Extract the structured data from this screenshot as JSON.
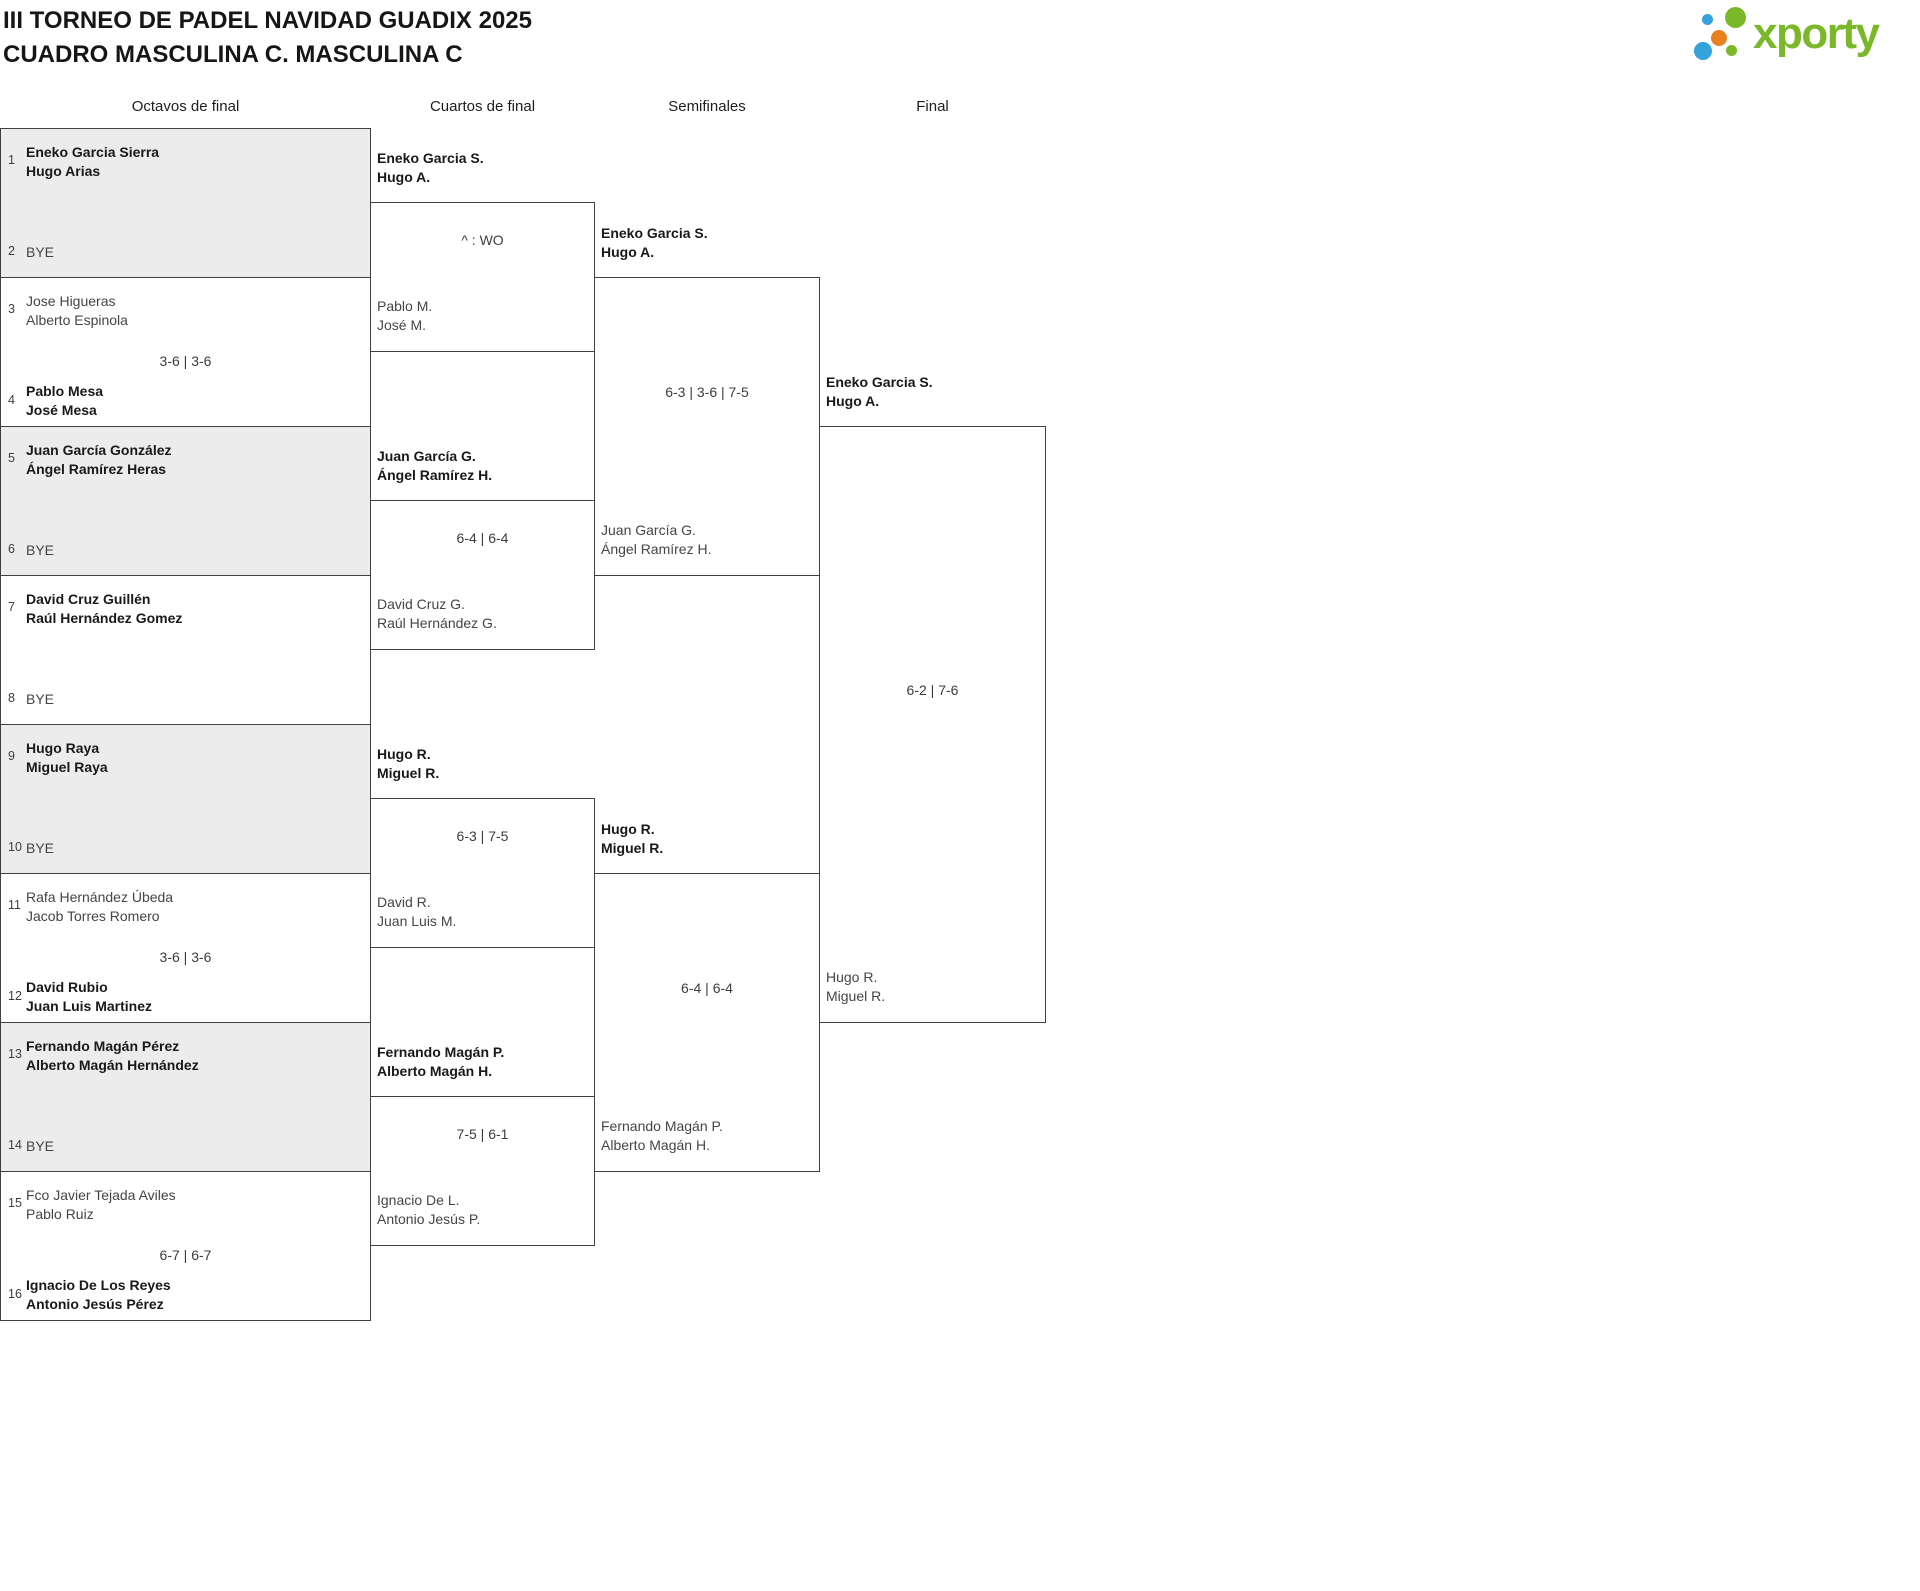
{
  "title": "III TORNEO DE PADEL NAVIDAD GUADIX 2025",
  "subtitle": "CUADRO MASCULINA C. MASCULINA C",
  "logo": {
    "text": "xporty",
    "colors": {
      "green": "#7ab829",
      "blue": "#35a3db",
      "orange": "#e8801f"
    }
  },
  "round_headers": [
    "Octavos de final",
    "Cuartos de final",
    "Semifinales",
    "Final"
  ],
  "octavos": [
    {
      "seed1": "1",
      "p1a": "Eneko Garcia Sierra",
      "p1b": "Hugo Arias",
      "seed2": "2",
      "p2a": "BYE",
      "p2b": "",
      "score": "",
      "winner": "top"
    },
    {
      "seed1": "3",
      "p1a": "Jose Higueras",
      "p1b": "Alberto Espinola",
      "seed2": "4",
      "p2a": "Pablo Mesa",
      "p2b": "José Mesa",
      "score": "3-6 | 3-6",
      "winner": "bottom"
    },
    {
      "seed1": "5",
      "p1a": "Juan García González",
      "p1b": "Ángel Ramírez Heras",
      "seed2": "6",
      "p2a": "BYE",
      "p2b": "",
      "score": "",
      "winner": "top"
    },
    {
      "seed1": "7",
      "p1a": "David Cruz Guillén",
      "p1b": "Raúl Hernández Gomez",
      "seed2": "8",
      "p2a": "BYE",
      "p2b": "",
      "score": "",
      "winner": "top"
    },
    {
      "seed1": "9",
      "p1a": "Hugo Raya",
      "p1b": "Miguel Raya",
      "seed2": "10",
      "p2a": "BYE",
      "p2b": "",
      "score": "",
      "winner": "top"
    },
    {
      "seed1": "11",
      "p1a": "Rafa Hernández Úbeda",
      "p1b": "Jacob Torres Romero",
      "seed2": "12",
      "p2a": "David Rubio",
      "p2b": "Juan Luis Martinez",
      "score": "3-6 | 3-6",
      "winner": "bottom"
    },
    {
      "seed1": "13",
      "p1a": "Fernando Magán Pérez",
      "p1b": "Alberto Magán Hernández",
      "seed2": "14",
      "p2a": "BYE",
      "p2b": "",
      "score": "",
      "winner": "top"
    },
    {
      "seed1": "15",
      "p1a": "Fco Javier Tejada Aviles",
      "p1b": "Pablo Ruiz",
      "seed2": "16",
      "p2a": "Ignacio De Los Reyes",
      "p2b": "Antonio Jesús Pérez",
      "score": "6-7 | 6-7",
      "winner": "bottom"
    }
  ],
  "cuartos": [
    {
      "t1": "Eneko Garcia S.",
      "t2": "Hugo A.",
      "score": "^ : WO",
      "b1": "Pablo M.",
      "b2": "José M.",
      "winner": "top"
    },
    {
      "t1": "Juan García G.",
      "t2": "Ángel Ramírez H.",
      "score": "6-4 | 6-4",
      "b1": "David Cruz G.",
      "b2": "Raúl Hernández G.",
      "winner": "top"
    },
    {
      "t1": "Hugo R.",
      "t2": "Miguel R.",
      "score": "6-3 | 7-5",
      "b1": "David R.",
      "b2": "Juan Luis M.",
      "winner": "top"
    },
    {
      "t1": "Fernando Magán P.",
      "t2": "Alberto Magán H.",
      "score": "7-5 | 6-1",
      "b1": "Ignacio De L.",
      "b2": "Antonio Jesús P.",
      "winner": "top"
    }
  ],
  "semifinales": [
    {
      "t1": "Eneko Garcia S.",
      "t2": "Hugo A.",
      "score": "6-3 | 3-6 | 7-5",
      "b1": "Juan García G.",
      "b2": "Ángel Ramírez H.",
      "winner": "top"
    },
    {
      "t1": "Hugo R.",
      "t2": "Miguel R.",
      "score": "6-4 | 6-4",
      "b1": "Fernando Magán P.",
      "b2": "Alberto Magán H.",
      "winner": "top"
    }
  ],
  "final": [
    {
      "t1": "Eneko Garcia S.",
      "t2": "Hugo A.",
      "score": "6-2 | 7-6",
      "b1": "Hugo R.",
      "b2": "Miguel R.",
      "winner": "top"
    }
  ]
}
